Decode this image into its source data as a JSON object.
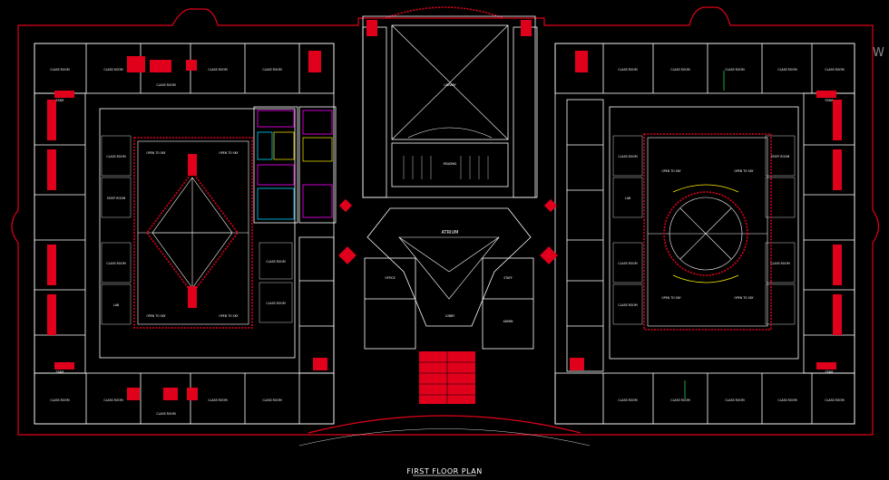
{
  "drawing": {
    "title": "FIRST FLOOR PLAN",
    "watermark_fragment": "W",
    "center_label": "ATRIUM"
  },
  "colors": {
    "background": "#000000",
    "wall": "#ffffff",
    "accent": "#e0001b",
    "services_magenta": "#ff00ff",
    "services_cyan": "#00d4ff",
    "services_yellow": "#ffee00",
    "planting_green": "#1fa33a"
  },
  "rooms": {
    "left_top": [
      "CLASS ROOM",
      "CLASS ROOM",
      "CLASS ROOM",
      "CLASS ROOM",
      "CLASS ROOM"
    ],
    "left_bottom": [
      "CLASS ROOM",
      "CLASS ROOM",
      "CLASS ROOM",
      "CLASS ROOM",
      "CLASS ROOM"
    ],
    "right_top": [
      "CLASS ROOM",
      "CLASS ROOM",
      "CLASS ROOM",
      "CLASS ROOM",
      "CLASS ROOM"
    ],
    "right_bottom": [
      "CLASS ROOM",
      "CLASS ROOM",
      "CLASS ROOM",
      "CLASS ROOM",
      "CLASS ROOM"
    ],
    "left_court_side": [
      "CLASS ROOM",
      "STAFF ROOM",
      "CLASS ROOM",
      "LAB",
      "CLASS ROOM",
      "CLASS ROOM"
    ],
    "right_court_side": [
      "CLASS ROOM",
      "LAB",
      "CLASS ROOM",
      "CLASS ROOM",
      "STAFF ROOM",
      "CLASS ROOM"
    ],
    "left_courtyard": [
      "OPEN TO SKY",
      "OPEN TO SKY",
      "OPEN TO SKY",
      "OPEN TO SKY"
    ],
    "right_courtyard": [
      "OPEN TO SKY",
      "OPEN TO SKY",
      "OPEN TO SKY",
      "OPEN TO SKY"
    ],
    "central": [
      "LIBRARY",
      "READING",
      "OFFICE",
      "STAFF",
      "LOBBY",
      "ADMIN"
    ],
    "corners": [
      "STAIR",
      "STAIR",
      "STAIR",
      "STAIR"
    ]
  }
}
